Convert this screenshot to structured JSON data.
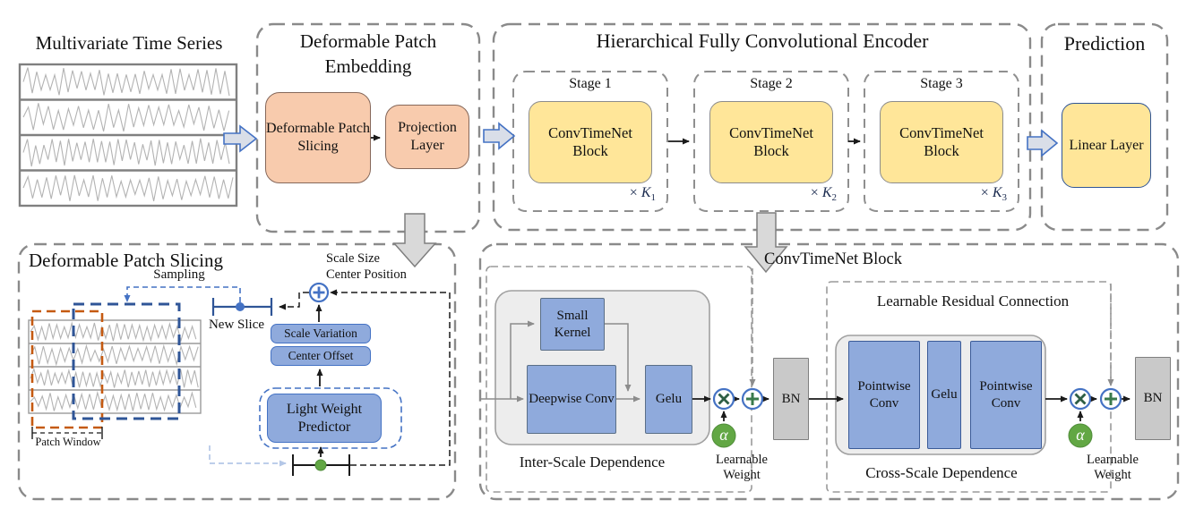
{
  "palette": {
    "peach_fill": "#F8CBAD",
    "yellow_fill": "#FFE699",
    "blue_fill": "#8FAADC",
    "accent_blue": "#4472C4",
    "navy": "#2F5597",
    "navy_border": "#3B5B98",
    "orange_dash": "#C55A11",
    "light_blue": "#B4C7E7",
    "green": "#62A744",
    "bn_fill": "#C9C9C9",
    "k_text": "#1B2B4F"
  },
  "top": {
    "time_series_title": "Multivariate Time Series",
    "patch_embedding": {
      "title": "Deformable Patch Embedding",
      "slicing": "Deformable Patch Slicing",
      "projection": "Projection Layer"
    },
    "encoder": {
      "title": "Hierarchical Fully Convolutional Encoder",
      "stages": [
        {
          "label": "Stage 1",
          "block": "ConvTimeNet Block",
          "times": "×",
          "k": "K",
          "sub": "1"
        },
        {
          "label": "Stage 2",
          "block": "ConvTimeNet Block",
          "times": "×",
          "k": "K",
          "sub": "2"
        },
        {
          "label": "Stage 3",
          "block": "ConvTimeNet Block",
          "times": "×",
          "k": "K",
          "sub": "3"
        }
      ]
    },
    "prediction": {
      "title": "Prediction",
      "block": "Linear Layer"
    }
  },
  "slicing": {
    "title": "Deformable Patch Slicing",
    "sampling": "Sampling",
    "new_slice": "New Slice",
    "patch_window": "Patch Window",
    "scale_size": "Scale Size",
    "center_position": "Center Position",
    "scale_variation": "Scale Variation",
    "center_offset": "Center Offset",
    "predictor": "Light Weight Predictor"
  },
  "block": {
    "title": "ConvTimeNet Block",
    "inter_scale_label": "Inter-Scale Dependence",
    "small_kernel": "Small Kernel",
    "deepwise": "Deepwise Conv",
    "gelu": "Gelu",
    "alpha": "α",
    "bn": "BN",
    "learnable_weight": "Learnable Weight",
    "residual_label": "Learnable Residual Connection",
    "cross_scale_label": "Cross-Scale Dependence",
    "pointwise": "Pointwise Conv"
  }
}
